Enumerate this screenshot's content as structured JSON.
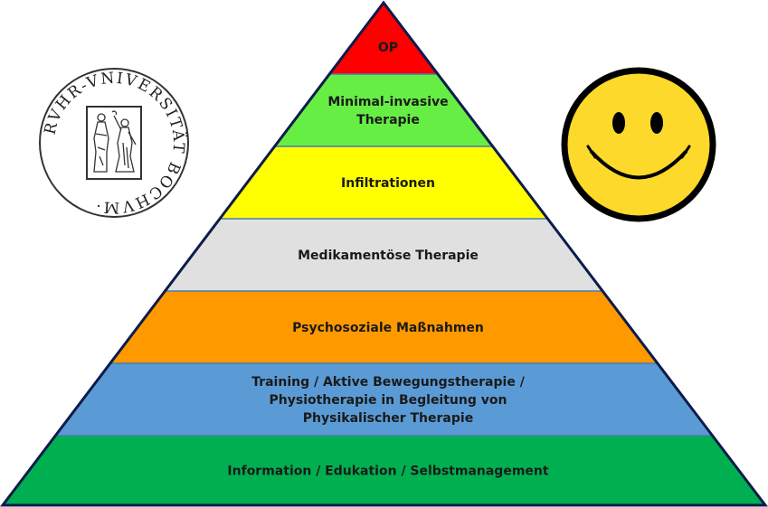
{
  "pyramid": {
    "levels": [
      {
        "lines": [
          "OP"
        ],
        "color": "#ff0000"
      },
      {
        "lines": [
          "Minimal-invasive",
          "Therapie"
        ],
        "color": "#66ee44"
      },
      {
        "lines": [
          "Infiltrationen"
        ],
        "color": "#ffff00"
      },
      {
        "lines": [
          "Medikamentöse Therapie"
        ],
        "color": "#e0e0e0"
      },
      {
        "lines": [
          "Psychosoziale Maßnahmen"
        ],
        "color": "#ff9900"
      },
      {
        "lines": [
          "Training / Aktive Bewegungstherapie /",
          "Physiotherapie in Begleitung von",
          "Physikalischer Therapie"
        ],
        "color": "#5b9bd5"
      },
      {
        "lines": [
          "Information / Edukation / Selbstmanagement"
        ],
        "color": "#00b050"
      }
    ],
    "outline_color": "#0d1b4c",
    "separator_color": "#4a7ab0"
  },
  "seal": {
    "text": "RVHR-VNIVERSITÄT BOCHVM·",
    "name": "Ruhr-Universität Bochum seal"
  },
  "smiley": {
    "face_color": "#fcd92a",
    "outline_color": "#000000"
  }
}
